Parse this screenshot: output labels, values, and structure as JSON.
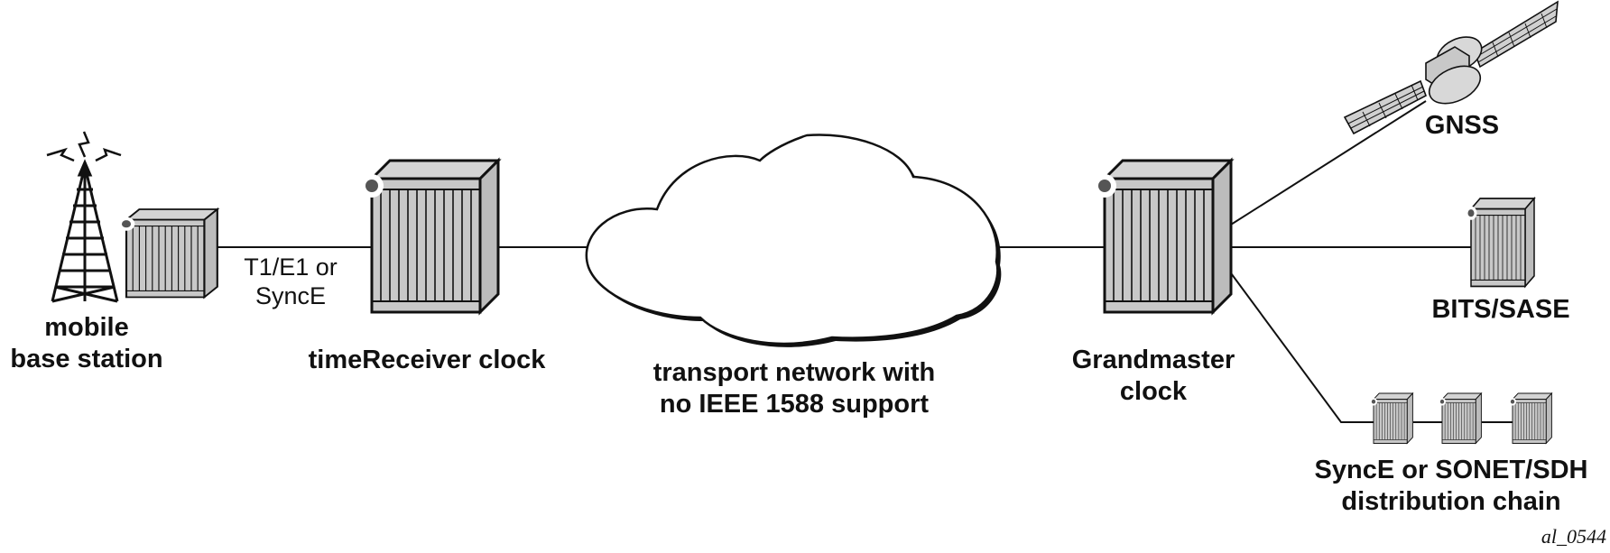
{
  "colors": {
    "device_fill": "#c8c8c8",
    "device_top": "#d4d4d4",
    "device_side": "#bcbcbc",
    "stroke": "#111111",
    "led": "#555555",
    "cloud_fill": "#ffffff"
  },
  "labels": {
    "base_station": [
      "mobile",
      "base station"
    ],
    "link_type": [
      "T1/E1 or",
      "SyncE"
    ],
    "time_receiver": "timeReceiver clock",
    "transport": [
      "transport network with",
      "no IEEE 1588 support"
    ],
    "grandmaster": [
      "Grandmaster",
      "clock"
    ],
    "gnss": "GNSS",
    "bits": "BITS/SASE",
    "chain": [
      "SyncE or SONET/SDH",
      "distribution chain"
    ],
    "figure_id": "al_0544"
  }
}
